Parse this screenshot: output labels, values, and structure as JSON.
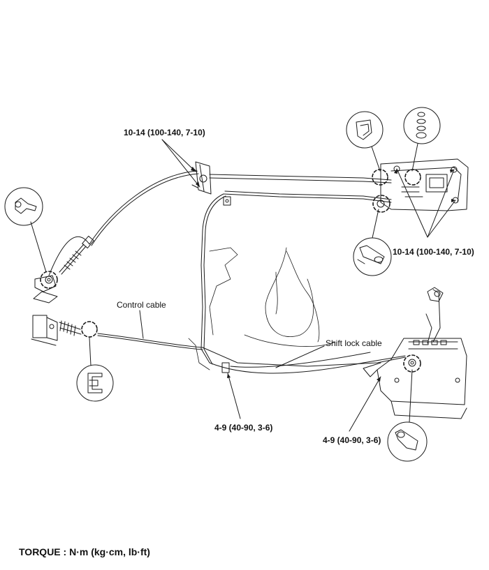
{
  "labels": {
    "torque_top_left": "10-14 (100-140, 7-10)",
    "torque_right": "10-14 (100-140, 7-10)",
    "control_cable": "Control cable",
    "shift_lock_cable": "Shift lock cable",
    "torque_bottom_center": "4-9 (40-90, 3-6)",
    "torque_bottom_right": "4-9 (40-90, 3-6)"
  },
  "footer": {
    "torque_units": "TORQUE : N·m (kg·cm, lb·ft)"
  },
  "colors": {
    "line": "#1a1a1a",
    "fill": "#ffffff"
  }
}
